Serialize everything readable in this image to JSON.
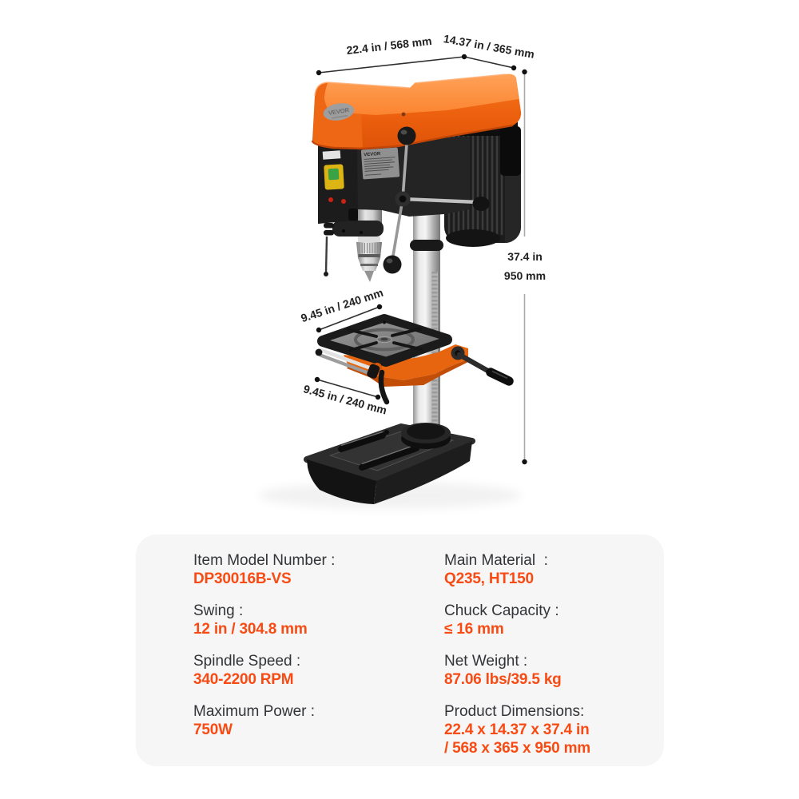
{
  "brand": "VEVOR",
  "dimensions": {
    "width": "22.4 in / 568 mm",
    "depth": "14.37 in / 365 mm",
    "height_line1": "37.4 in",
    "height_line2": "950 mm",
    "table_depth": "9.45 in / 240 mm",
    "table_width": "9.45 in / 240 mm"
  },
  "specs": {
    "left": [
      {
        "label": "Item Model Number :",
        "value": "DP30016B-VS"
      },
      {
        "label": "Swing :",
        "value": "12 in / 304.8 mm"
      },
      {
        "label": "Spindle Speed :",
        "value": "340-2200 RPM"
      },
      {
        "label": "Maximum Power :",
        "value": "750W"
      }
    ],
    "right": [
      {
        "label": "Main Material  :",
        "value": "Q235, HT150"
      },
      {
        "label": "Chuck Capacity :",
        "value": "≤ 16 mm"
      },
      {
        "label": "Net Weight :",
        "value": "87.06 lbs/39.5 kg"
      },
      {
        "label": "Product Dimensions:",
        "value": "22.4 x 14.37 x 37.4 in",
        "value2": "/ 568 x 365 x 950 mm"
      }
    ]
  },
  "colors": {
    "accent": "#f84b14",
    "panel_bg": "#f6f6f6",
    "machine_orange": "#f26011"
  }
}
